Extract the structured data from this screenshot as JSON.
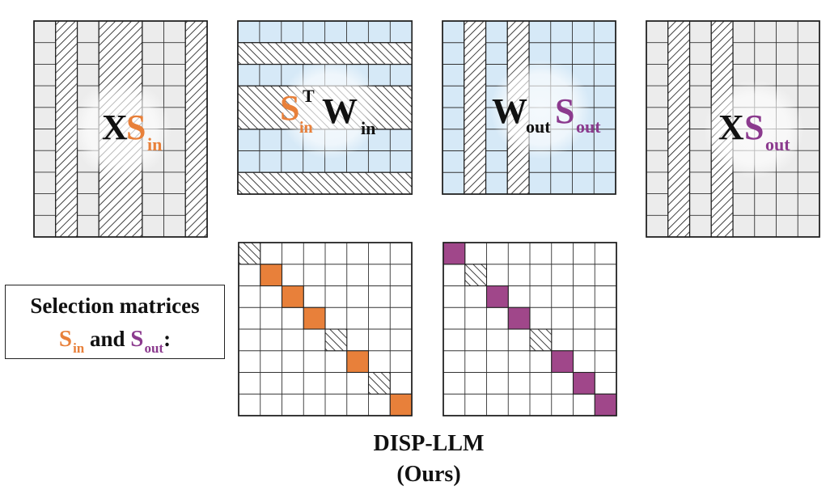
{
  "colors": {
    "orange": "#E8803A",
    "purple": "#8B3A8E",
    "magenta": "#A0478A",
    "light_blue": "#D6E9F7",
    "light_gray": "#ECECEC",
    "black": "#111111"
  },
  "panels": [
    {
      "id": "xs-in",
      "label_main": "X",
      "label_s": "S",
      "label_s_sub": "in",
      "s_color": "orange",
      "orientation": "columns"
    },
    {
      "id": "sin-t-win",
      "label_s": "S",
      "label_s_sup": "T",
      "label_s_sub": "in",
      "label_w": "W",
      "label_w_sub": "in",
      "s_color": "orange",
      "orientation": "rows"
    },
    {
      "id": "wout-sout",
      "label_w": "W",
      "label_w_sub": "out",
      "label_s": "S",
      "label_s_sub": "out",
      "s_color": "purple",
      "orientation": "columns"
    },
    {
      "id": "xs-out",
      "label_main": "X",
      "label_s": "S",
      "label_s_sub": "out",
      "s_color": "purple",
      "orientation": "columns"
    }
  ],
  "legend": {
    "line1": "Selection matrices",
    "s_in": "S",
    "s_in_sub": "in",
    "and": "and",
    "s_out": "S",
    "s_out_sub": "out",
    "colon": ":"
  },
  "selection_matrices": {
    "s_in_diagonal": [
      "hatched",
      "orange",
      "orange",
      "orange",
      "hatched",
      "orange",
      "hatched",
      "orange"
    ],
    "s_out_diagonal": [
      "magenta",
      "hatched",
      "magenta",
      "magenta",
      "hatched",
      "magenta",
      "magenta",
      "magenta"
    ]
  },
  "caption": {
    "line1": "DISP-LLM",
    "line2": "(Ours)"
  }
}
